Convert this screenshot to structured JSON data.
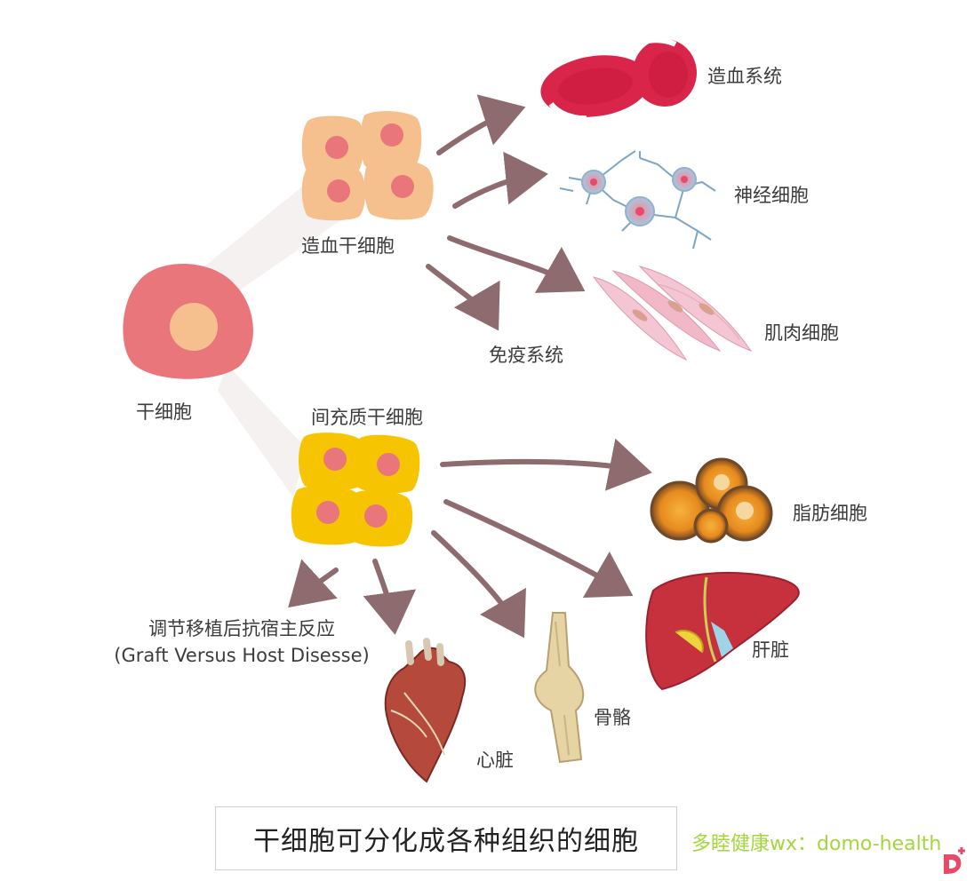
{
  "labels": {
    "stem_cell": "干细胞",
    "hematopoietic_stem_cell": "造血干细胞",
    "hematopoietic_system": "造血系统",
    "nerve_cell": "神经细胞",
    "immune_system": "免疫系统",
    "muscle_cell": "肌肉细胞",
    "mesenchymal_stem_cell": "间充质干细胞",
    "fat_cell": "脂肪细胞",
    "liver": "肝脏",
    "bone": "骨骼",
    "heart": "心脏",
    "gvhd_cn": "调节移植后抗宿主反应",
    "gvhd_en": "(Graft Versus Host Disesse)"
  },
  "caption": "干细胞可分化成各种组织的细胞",
  "watermark": "多睦健康wx：domo-health",
  "colors": {
    "stem_cell": "#e8767a",
    "stem_nucleus": "#f5c08e",
    "hsc_body": "#f5c08e",
    "msc_body": "#f6c400",
    "cell_nucleus": "#e8767a",
    "arrow": "#8e6b6f",
    "rbc": "#d9254a",
    "watermark": "#a4d63e",
    "logo": "#e84a6a"
  }
}
